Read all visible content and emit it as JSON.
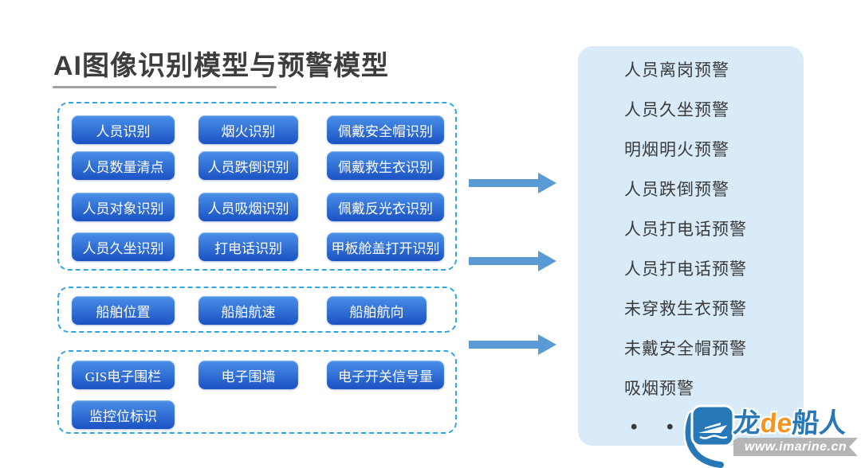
{
  "title": "AI图像识别模型与预警模型",
  "colors": {
    "title_color": "#3d3d3d",
    "underline": "#a0a0a0",
    "accent_dashed": "#2aa9e1",
    "button_top": "#4a90e8",
    "button_bottom": "#1b52c4",
    "arrow": "#5b9bd5",
    "panel_bg": "#d9eaf8",
    "panel_text": "#3a3a3a",
    "logo_blue": "#2878b8",
    "logo_orange": "#f7941d",
    "ribbon_gray": "#b5b5b5"
  },
  "groups": [
    {
      "name": "image-recognition-models",
      "buttons": [
        "人员识别",
        "烟火识别",
        "佩戴安全帽识别",
        "人员数量清点",
        "人员跌倒识别",
        "佩戴救生衣识别",
        "人员对象识别",
        "人员吸烟识别",
        "佩戴反光衣识别",
        "人员久坐识别",
        "打电话识别",
        "甲板舱盖打开识别"
      ]
    },
    {
      "name": "ship-data-models",
      "buttons": [
        "船舶位置",
        "船舶航速",
        "船舶航向"
      ]
    },
    {
      "name": "fence-signal-models",
      "buttons": [
        "GIS电子围栏",
        "电子围墙",
        "电子开关信号量",
        "监控位标识"
      ]
    }
  ],
  "alerts": {
    "items": [
      "人员离岗预警",
      "人员久坐预警",
      "明烟明火预警",
      "人员跌倒预警",
      "人员打电话预警",
      "人员打电话预警",
      "未穿救生衣预警",
      "未戴安全帽预警",
      "吸烟预警"
    ],
    "ellipsis": "• • •"
  },
  "watermark": {
    "brand_blue1": "龙",
    "brand_orange": "de",
    "brand_blue2": "船人",
    "url": "www.imarine.cn"
  }
}
